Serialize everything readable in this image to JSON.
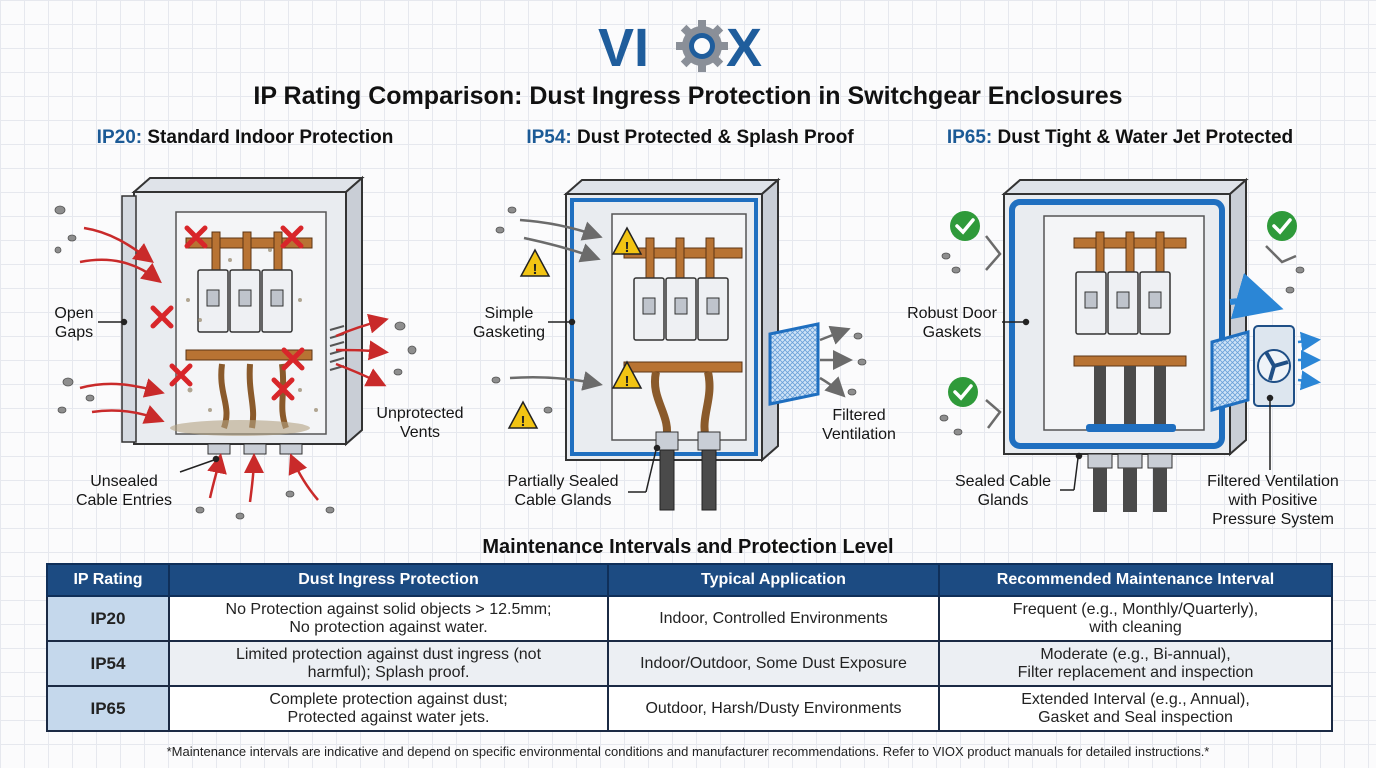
{
  "logo": {
    "text_left": "VI",
    "text_right": "X",
    "color": "#1f5d9c",
    "accent": "#8a8f98",
    "icon": "gear-icon"
  },
  "title": "IP Rating Comparison: Dust Ingress Protection in Switchgear Enclosures",
  "panels": [
    {
      "code": "IP20:",
      "name": "Standard Indoor Protection",
      "labels": {
        "open_gaps": [
          "Open",
          "Gaps"
        ],
        "vents": [
          "Unprotected",
          "Vents"
        ],
        "entries": [
          "Unsealed",
          "Cable Entries"
        ]
      }
    },
    {
      "code": "IP54:",
      "name": "Dust Protected & Splash Proof",
      "labels": {
        "gasketing": [
          "Simple",
          "Gasketing"
        ],
        "ventilation": [
          "Filtered",
          "Ventilation"
        ],
        "glands": [
          "Partially Sealed",
          "Cable Glands"
        ]
      }
    },
    {
      "code": "IP65:",
      "name": "Dust Tight & Water Jet Protected",
      "labels": {
        "gaskets": [
          "Robust Door",
          "Gaskets"
        ],
        "glands": [
          "Sealed Cable",
          "Glands"
        ],
        "ventilation": [
          "Filtered Ventilation",
          "with Positive",
          "Pressure System"
        ]
      }
    }
  ],
  "colors": {
    "header_bg": "#1c4b82",
    "rating_bg": "#c5d8ec",
    "warn": "#f2c413",
    "ok": "#2f9a3a",
    "bad": "#d8262a",
    "seal": "#1f6fc0"
  },
  "table": {
    "title": "Maintenance Intervals and Protection Level",
    "headers": [
      "IP Rating",
      "Dust Ingress Protection",
      "Typical Application",
      "Recommended Maintenance Interval"
    ],
    "rows": [
      {
        "rating": "IP20",
        "protection": [
          "No Protection against solid objects > 12.5mm;",
          "No protection against water."
        ],
        "application": "Indoor, Controlled Environments",
        "interval": [
          "Frequent (e.g., Monthly/Quarterly),",
          "with cleaning"
        ]
      },
      {
        "rating": "IP54",
        "protection": [
          "Limited protection against dust ingress (not",
          "harmful); Splash proof."
        ],
        "application": "Indoor/Outdoor, Some Dust Exposure",
        "interval": [
          "Moderate (e.g., Bi-annual),",
          "Filter replacement and inspection"
        ]
      },
      {
        "rating": "IP65",
        "protection": [
          "Complete protection against dust;",
          "Protected against water jets."
        ],
        "application": "Outdoor, Harsh/Dusty Environments",
        "interval": [
          "Extended Interval (e.g., Annual),",
          "Gasket and Seal inspection"
        ]
      }
    ]
  },
  "footnote": "*Maintenance intervals are indicative and depend on specific environmental conditions and manufacturer recommendations. Refer to VIOX product manuals for detailed instructions.*"
}
